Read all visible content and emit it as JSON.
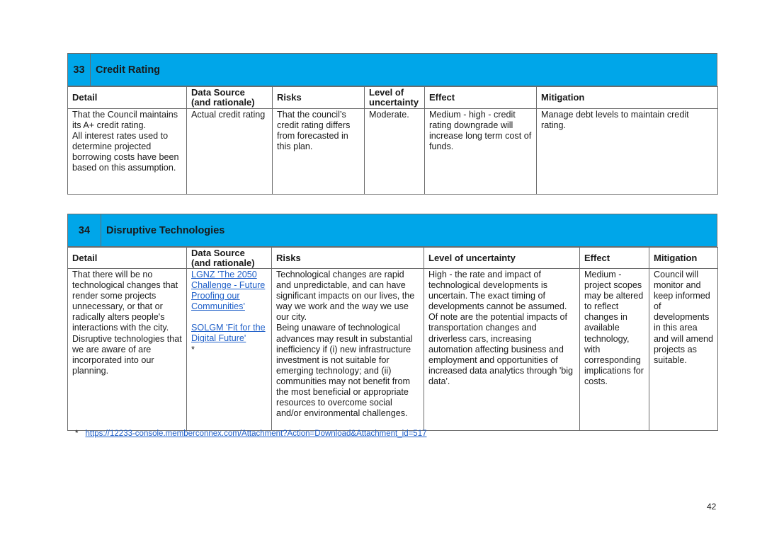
{
  "section33": {
    "number": "33",
    "title": "Credit Rating",
    "headers": {
      "detail": "Detail",
      "source_l1": "Data Source",
      "source_l2": "(and rationale)",
      "risks": "Risks",
      "uncertainty_l1": "Level of",
      "uncertainty_l2": "uncertainty",
      "effect": "Effect",
      "mitigation": "Mitigation"
    },
    "row": {
      "detail_1": "That the Council maintains its A+ credit rating.",
      "detail_2": "All interest rates used to determine projected borrowing costs have been based on this assumption.",
      "source": "Actual credit rating",
      "risks": "That the council’s credit rating differs from forecasted in this plan.",
      "uncertainty": "Moderate.",
      "effect": "Medium - high - credit rating downgrade will increase long term cost of funds.",
      "mitigation": "Manage debt levels to maintain credit rating."
    }
  },
  "section34": {
    "number": "34",
    "title": "Disruptive Technologies",
    "headers": {
      "detail": "Detail",
      "source_l1": "Data Source",
      "source_l2": "(and rationale)",
      "risks": "Risks",
      "uncertainty": "Level of uncertainty",
      "effect": "Effect",
      "mitigation": "Mitigation"
    },
    "row": {
      "detail": "That there will be no technological changes that render some projects unnecessary, or that or radically alters people's interactions with the city. Disruptive technologies that we are aware of are incorporated into our planning.",
      "source_link_1": "LGNZ 'The 2050 Challenge - Future Proofing our Communities'",
      "source_link_2": "SOLGM 'Fit for the Digital Future'",
      "source_asterisk": "*",
      "risks_1": "Technological changes are rapid and unpredictable, and can have significant impacts on our lives, the way we work and the way we use our city.",
      "risks_2": "Being unaware of technological advances may result in substantial inefficiency if (i) new infrastructure investment is not suitable for emerging technology; and (ii) communities may not benefit from the most beneficial or appropriate resources to overcome social and/or environmental challenges.",
      "uncertainty": "High - the rate and impact of technological developments is uncertain. The exact timing of developments cannot be assumed. Of note are the potential impacts of transportation changes and driverless cars, increasing automation affecting business and employment and opportunities of increased data analytics through 'big data'.",
      "effect": "Medium - project scopes may be altered to reflect changes in available technology, with corresponding implications for costs.",
      "mitigation": "Council will monitor and keep informed of developments in this area and will amend projects as suitable."
    }
  },
  "footnote": {
    "marker": "*",
    "url": "https://12233-console.memberconnex.com/Attachment?Action=Download&Attachment_id=517"
  },
  "page_number": "42",
  "colors": {
    "banner": "#00A6E9",
    "link": "#1f5fc8",
    "border": "#6c6c6c"
  }
}
